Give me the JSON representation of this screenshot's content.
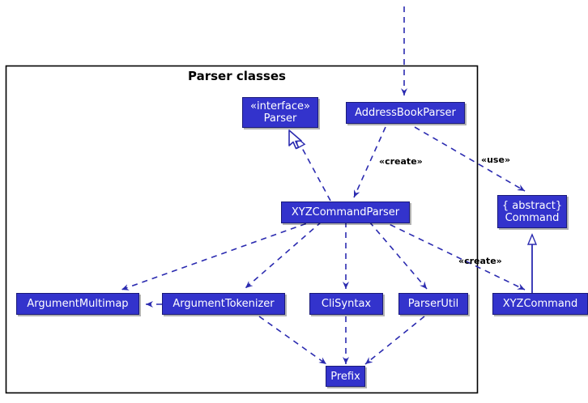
{
  "diagram": {
    "title": "Parser classes",
    "package_title": "Parser classes",
    "colors": {
      "box_fill": "#3333CC",
      "box_border": "#1a1a7a",
      "box_text": "#ffffff",
      "line": "#2b2bb0",
      "frame": "#000000",
      "background": "#ffffff"
    }
  },
  "nodes": {
    "parser_interface": {
      "stereotype": "«interface»",
      "name": "Parser"
    },
    "address_book_parser": {
      "name": "AddressBookParser"
    },
    "xyz_command_parser": {
      "name": "XYZCommandParser"
    },
    "command": {
      "stereotype": "{ abstract}",
      "name": "Command"
    },
    "argument_multimap": {
      "name": "ArgumentMultimap"
    },
    "argument_tokenizer": {
      "name": "ArgumentTokenizer"
    },
    "cli_syntax": {
      "name": "CliSyntax"
    },
    "parser_util": {
      "name": "ParserUtil"
    },
    "xyz_command": {
      "name": "XYZCommand"
    },
    "prefix": {
      "name": "Prefix"
    }
  },
  "edge_labels": {
    "create_parser": "«create»",
    "use_command": "«use»",
    "create_command": "«create»"
  },
  "cursor": {
    "name": "mouse-pointer"
  }
}
